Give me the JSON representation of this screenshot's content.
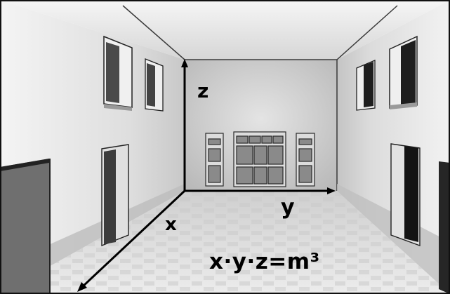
{
  "diagram": {
    "axis_labels": {
      "z": "z",
      "y": "y",
      "x": "x"
    },
    "formula": "x·y·z=m³",
    "colors": {
      "axis": "#000000",
      "wall": "#e6e6e6",
      "floor": "#dcdcdc",
      "frame": "#111111"
    }
  }
}
